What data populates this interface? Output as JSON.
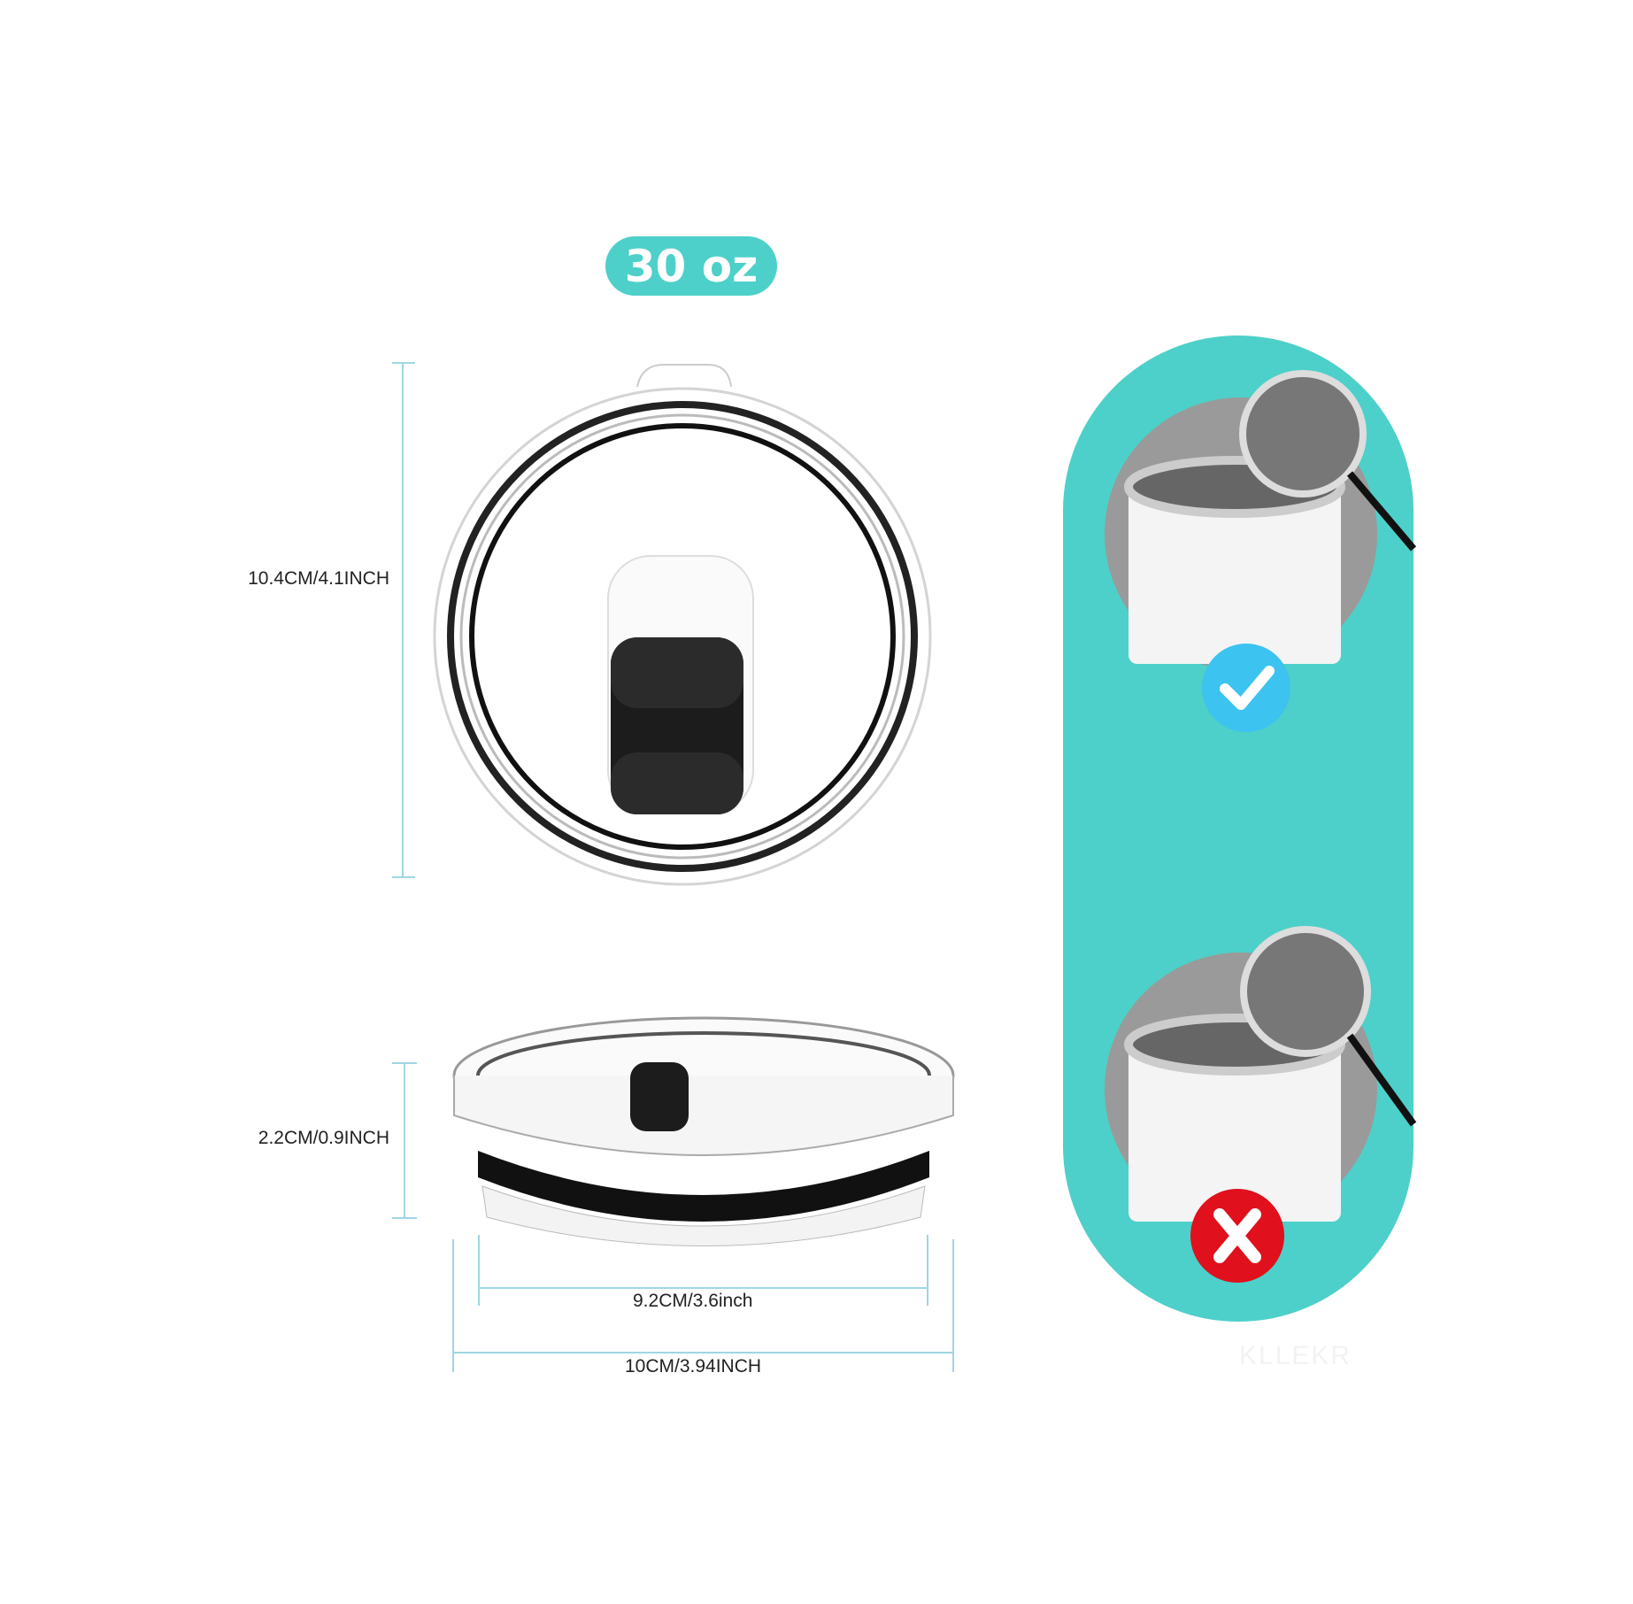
{
  "badge": {
    "label": "30 oz",
    "color": "#4dd0c9"
  },
  "dimensions": {
    "top_height": "10.4CM/4.1INCH",
    "side_height": "2.2CM/0.9INCH",
    "inner_width": "9.2CM/3.6inch",
    "outer_width": "10CM/3.94INCH",
    "line_color": "#9fd6e3"
  },
  "fit_panel": {
    "background": "#4dd0c9",
    "correct_icon": "checkmark-icon",
    "correct_color": "#3cc3f0",
    "wrong_icon": "x-icon",
    "wrong_color": "#e0101c"
  },
  "watermark": "KLLEKR"
}
